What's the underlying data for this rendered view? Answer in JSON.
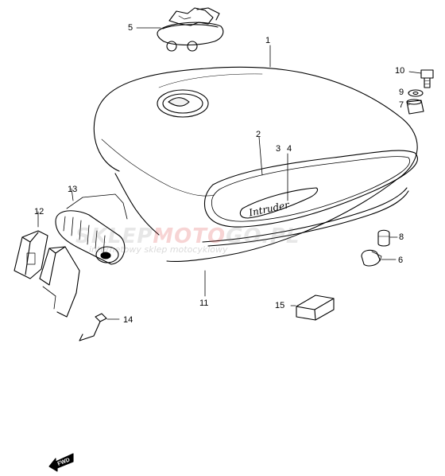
{
  "callouts": [
    {
      "id": "1",
      "label": "1"
    },
    {
      "id": "2",
      "label": "2"
    },
    {
      "id": "3",
      "label": "3"
    },
    {
      "id": "4",
      "label": "4"
    },
    {
      "id": "5",
      "label": "5"
    },
    {
      "id": "6",
      "label": "6"
    },
    {
      "id": "7",
      "label": "7"
    },
    {
      "id": "8",
      "label": "8"
    },
    {
      "id": "9",
      "label": "9"
    },
    {
      "id": "10",
      "label": "10"
    },
    {
      "id": "11",
      "label": "11"
    },
    {
      "id": "12",
      "label": "12"
    },
    {
      "id": "13",
      "label": "13"
    },
    {
      "id": "14",
      "label": "14"
    },
    {
      "id": "15",
      "label": "15"
    }
  ],
  "emblem_text": "Intruder",
  "fwd_label": "FWD",
  "watermark": {
    "text_a": "SKLEP",
    "text_b": "MOTO",
    "text_c": "GO.PL",
    "subtitle": "internetowy sklep motocyklowy"
  }
}
